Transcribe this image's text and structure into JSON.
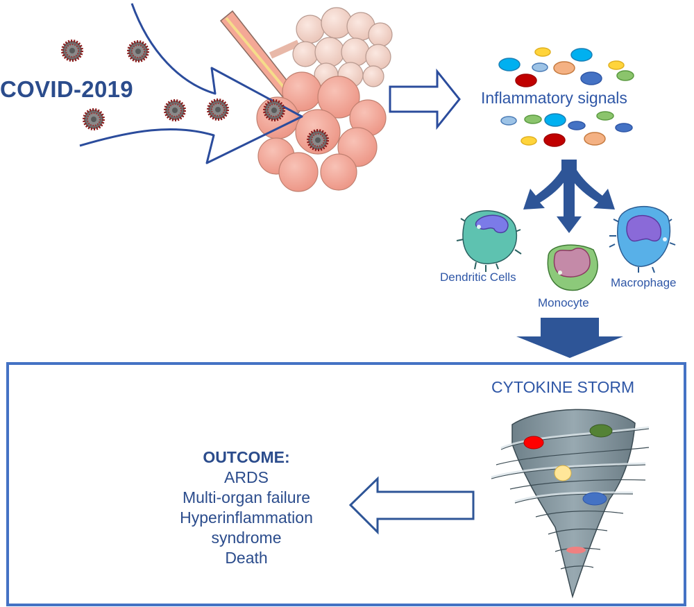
{
  "title": "COVID-2019",
  "inflammatory": {
    "label": "Inflammatory signals",
    "colors": {
      "light_blue": "#9dc3e6",
      "sky_blue": "#00b0f0",
      "blue": "#4472c4",
      "green": "#8bc46c",
      "orange": "#f4a46a",
      "yellow": "#ffd43b",
      "red": "#c00000"
    }
  },
  "cells": [
    {
      "label": "Dendritic Cells"
    },
    {
      "label": "Monocyte"
    },
    {
      "label": "Macrophage"
    }
  ],
  "storm": {
    "label": "CYTOKINE STORM"
  },
  "outcome": {
    "heading": "OUTCOME:",
    "items": [
      "ARDS",
      "Multi-organ failure",
      "Hyperinflammation syndrome",
      "Death"
    ]
  },
  "colors": {
    "primary": "#2b4c8c",
    "accent": "#2e56a6",
    "box_border": "#4472c4",
    "virus": "#a52a2a",
    "alveoli": "#f4a89a",
    "alveoli_light": "#f2d3c8"
  }
}
